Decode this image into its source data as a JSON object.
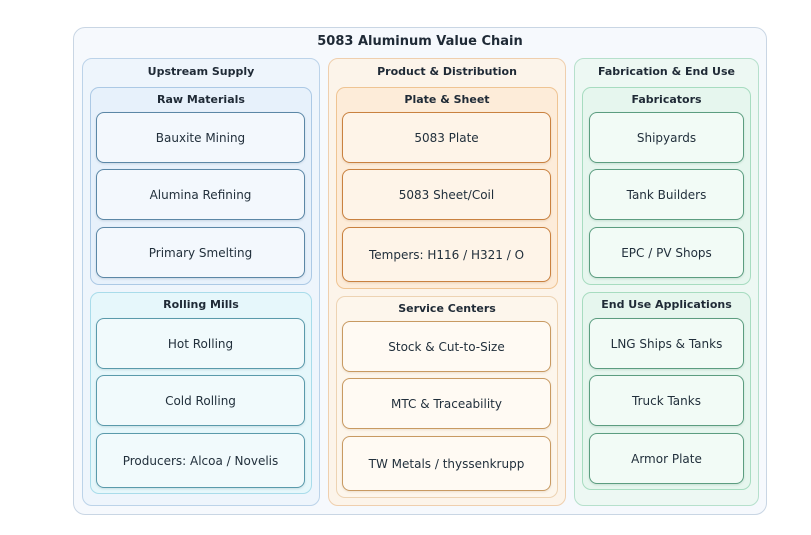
{
  "title": "5083 Aluminum Value Chain",
  "columns": [
    {
      "title": "Upstream Supply",
      "groups": [
        {
          "title": "Raw Materials",
          "nodes": [
            "Bauxite Mining",
            "Alumina Refining",
            "Primary Smelting"
          ]
        },
        {
          "title": "Rolling Mills",
          "nodes": [
            "Hot Rolling",
            "Cold Rolling",
            "Producers: Alcoa / Novelis"
          ]
        }
      ]
    },
    {
      "title": "Product & Distribution",
      "groups": [
        {
          "title": "Plate & Sheet",
          "nodes": [
            "5083 Plate",
            "5083 Sheet/Coil",
            "Tempers: H116 / H321 / O"
          ]
        },
        {
          "title": "Service Centers",
          "nodes": [
            "Stock & Cut-to-Size",
            "MTC & Traceability",
            "TW Metals / thyssenkrupp"
          ]
        }
      ]
    },
    {
      "title": "Fabrication & End Use",
      "groups": [
        {
          "title": "Fabricators",
          "nodes": [
            "Shipyards",
            "Tank Builders",
            "EPC / PV Shops"
          ]
        },
        {
          "title": "End Use Applications",
          "nodes": [
            "LNG Ships & Tanks",
            "Truck Tanks",
            "Armor Plate"
          ]
        }
      ]
    }
  ]
}
